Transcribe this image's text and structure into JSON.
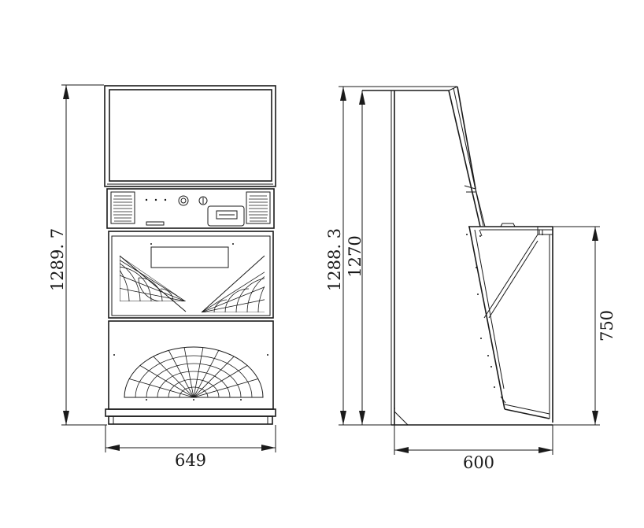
{
  "dimensions": {
    "front_total_height": "1289. 7",
    "front_width": "649",
    "side_total_height": "1288. 3",
    "side_height": "1270",
    "side_depth": "600",
    "side_table_height": "750"
  },
  "colors": {
    "line": "#1a1a1a",
    "background": "#ffffff"
  }
}
